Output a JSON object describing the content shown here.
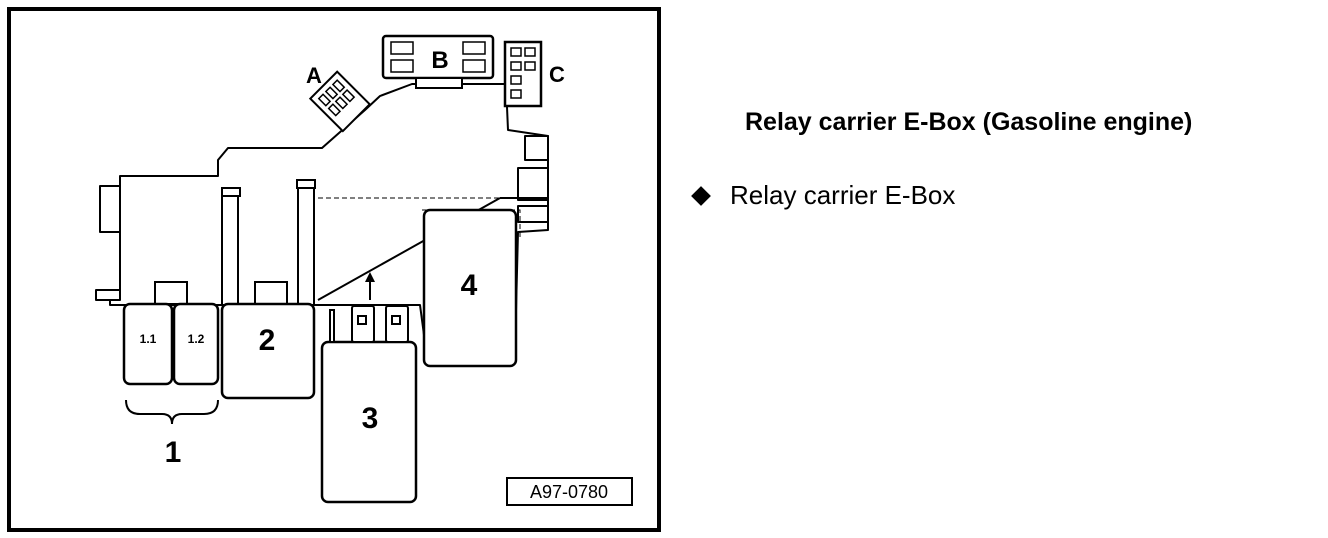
{
  "figure": {
    "code": "A97-0780",
    "callouts": {
      "one": "1",
      "one_one": "1.1",
      "one_two": "1.2",
      "two": "2",
      "three": "3",
      "four": "4",
      "a": "A",
      "b": "B",
      "c": "C"
    }
  },
  "text": {
    "heading": "Relay carrier E-Box (Gasoline engine)",
    "bullets": [
      {
        "icon": "diamond-bullet-icon",
        "text": "Relay carrier E-Box"
      }
    ]
  }
}
